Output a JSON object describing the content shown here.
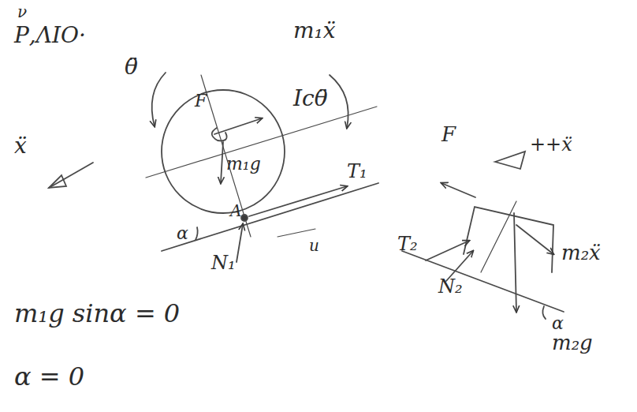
{
  "diagram": {
    "labels": [
      "ν",
      "Ρ,ΛΙΟ·",
      "m₁ẍ",
      "F",
      "Icθ̈",
      "θ̈",
      "ẍ",
      "m₁g",
      "T₁",
      "A",
      "N₁",
      "u",
      "α",
      "++ẍ",
      "F",
      "T₂",
      "N₂",
      "m₂ẍ",
      "α",
      "m₂g",
      "m₁g sinα = 0",
      "α = 0"
    ]
  }
}
